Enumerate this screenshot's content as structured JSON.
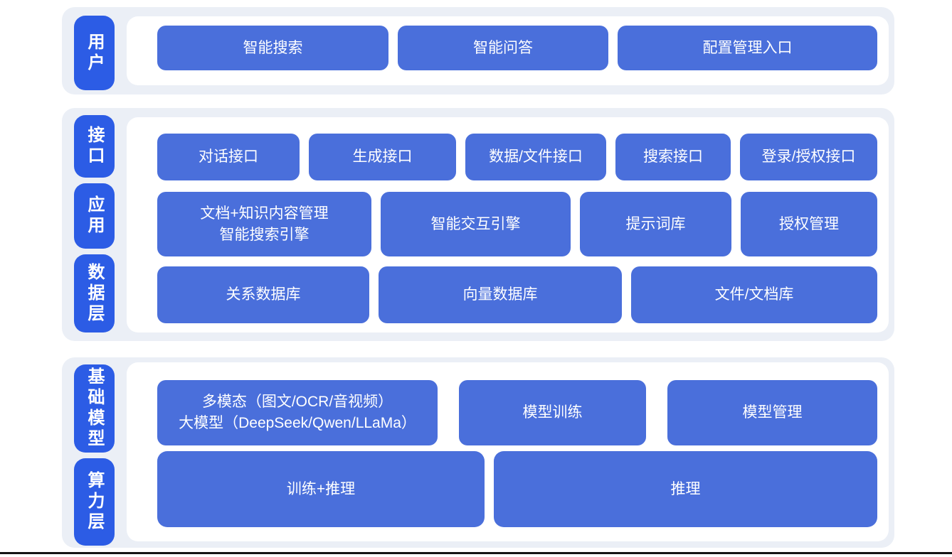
{
  "colors": {
    "page_background": "#ffffff",
    "section_background": "#ebeff6",
    "layer_label_blue": "#2c5ce5",
    "block_blue": "#4a6fdb",
    "text_white": "#ffffff",
    "bottom_rule": "#141414"
  },
  "sections": [
    {
      "name": "user-layer",
      "labels": [
        "用户"
      ],
      "rows": [
        {
          "buttons": [
            {
              "label": "智能搜索"
            },
            {
              "label": "智能问答"
            },
            {
              "label": "配置管理入口"
            }
          ]
        }
      ]
    },
    {
      "name": "interface-application-data-layer",
      "labels": [
        "接口",
        "应用",
        "数据层"
      ],
      "rows": [
        {
          "buttons": [
            {
              "label": "对话接口"
            },
            {
              "label": "生成接口"
            },
            {
              "label": "数据/文件接口"
            },
            {
              "label": "搜索接口"
            },
            {
              "label": "登录/授权接口"
            }
          ]
        },
        {
          "buttons": [
            {
              "lines": [
                "文档+知识内容管理",
                "智能搜索引擎"
              ]
            },
            {
              "label": "智能交互引擎"
            },
            {
              "label": "提示词库"
            },
            {
              "label": "授权管理"
            }
          ]
        },
        {
          "buttons": [
            {
              "label": "关系数据库"
            },
            {
              "label": "向量数据库"
            },
            {
              "label": "文件/文档库"
            }
          ]
        }
      ]
    },
    {
      "name": "base-model-compute-layer",
      "labels": [
        "基础模型",
        "算力层"
      ],
      "rows": [
        {
          "buttons": [
            {
              "lines": [
                "多模态（图文/OCR/音视频）",
                "大模型（DeepSeek/Qwen/LLaMa）"
              ]
            },
            {
              "label": "模型训练"
            },
            {
              "label": "模型管理"
            }
          ]
        },
        {
          "buttons": [
            {
              "label": "训练+推理"
            },
            {
              "label": "推理"
            }
          ]
        }
      ]
    }
  ]
}
